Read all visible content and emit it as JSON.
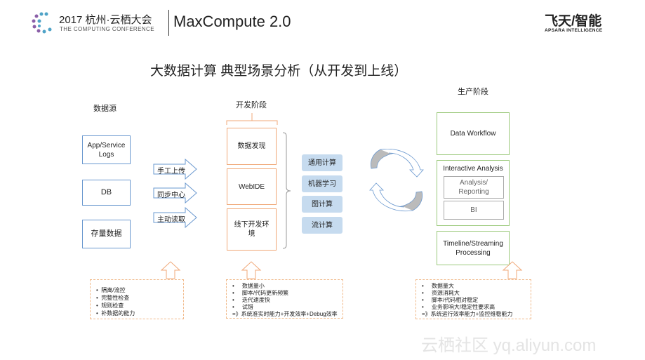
{
  "header": {
    "conf_title": "2017 杭州·云栖大会",
    "conf_sub": "THE COMPUTING CONFERENCE",
    "product": "MaxCompute 2.0",
    "brand": "飞天/智能",
    "brand_sub": "APSARA INTELLIGENCE"
  },
  "title": "大数据计算 典型场景分析（从开发到上线）",
  "sources": {
    "label": "数据源",
    "items": [
      "App/Service Logs",
      "DB",
      "存量数据"
    ]
  },
  "ingest": [
    "手工上传",
    "同步中心",
    "主动读取"
  ],
  "dev": {
    "label": "开发阶段",
    "items": [
      "数据发现",
      "WebIDE",
      "线下开发环境"
    ]
  },
  "compute": [
    "通用计算",
    "机器学习",
    "图计算",
    "流计算"
  ],
  "prod": {
    "label": "生产阶段",
    "workflow": "Data Workflow",
    "interactive": "Interactive Analysis",
    "sub": [
      "Analysis/ Reporting",
      "BI"
    ],
    "streaming": "Timeline/Streaming Processing"
  },
  "notes": {
    "source": [
      "隔离/流控",
      "完整性检查",
      "规则检查",
      "补数据的能力"
    ],
    "dev": [
      "数据量小",
      "脚本/代码更新频繁",
      "迭代速度快",
      "试错"
    ],
    "dev_summary": "=》系统准实时能力+开发效率+Debug效率",
    "prod": [
      "数据量大",
      "资源消耗大",
      "脚本/代码相对稳定",
      "业务影响大/稳定性要求高"
    ],
    "prod_summary": "=》系统运行效率能力+监控维稳能力"
  },
  "watermark": "云栖社区 yq.aliyun.com",
  "colors": {
    "blue_border": "#6a98cf",
    "orange": "#f0a878",
    "compute_fill": "#c6dbef",
    "green": "#9bc97b"
  }
}
